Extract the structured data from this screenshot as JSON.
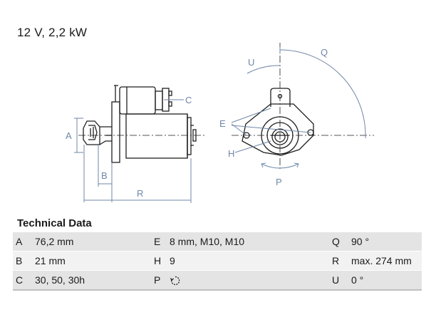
{
  "header": {
    "title": "12 V, 2,2 kW"
  },
  "diagram": {
    "labels": {
      "A": "A",
      "B": "B",
      "C": "C",
      "E": "E",
      "H": "H",
      "P": "P",
      "Q": "Q",
      "R": "R",
      "U": "U"
    },
    "colors": {
      "line": "#1f1f1f",
      "dimension": "#6f87a8"
    }
  },
  "technical": {
    "title": "Technical Data",
    "rows": [
      {
        "k1": "A",
        "v1": "76,2 mm",
        "k2": "E",
        "v2": "8 mm, M10, M10",
        "k3": "Q",
        "v3": "90 °"
      },
      {
        "k1": "B",
        "v1": "21 mm",
        "k2": "H",
        "v2": "9",
        "k3": "R",
        "v3": "max. 274 mm"
      },
      {
        "k1": "C",
        "v1": "30, 50, 30h",
        "k2": "P",
        "v2_icon": "rotation-direction-icon",
        "k3": "U",
        "v3": "0 °"
      }
    ]
  }
}
